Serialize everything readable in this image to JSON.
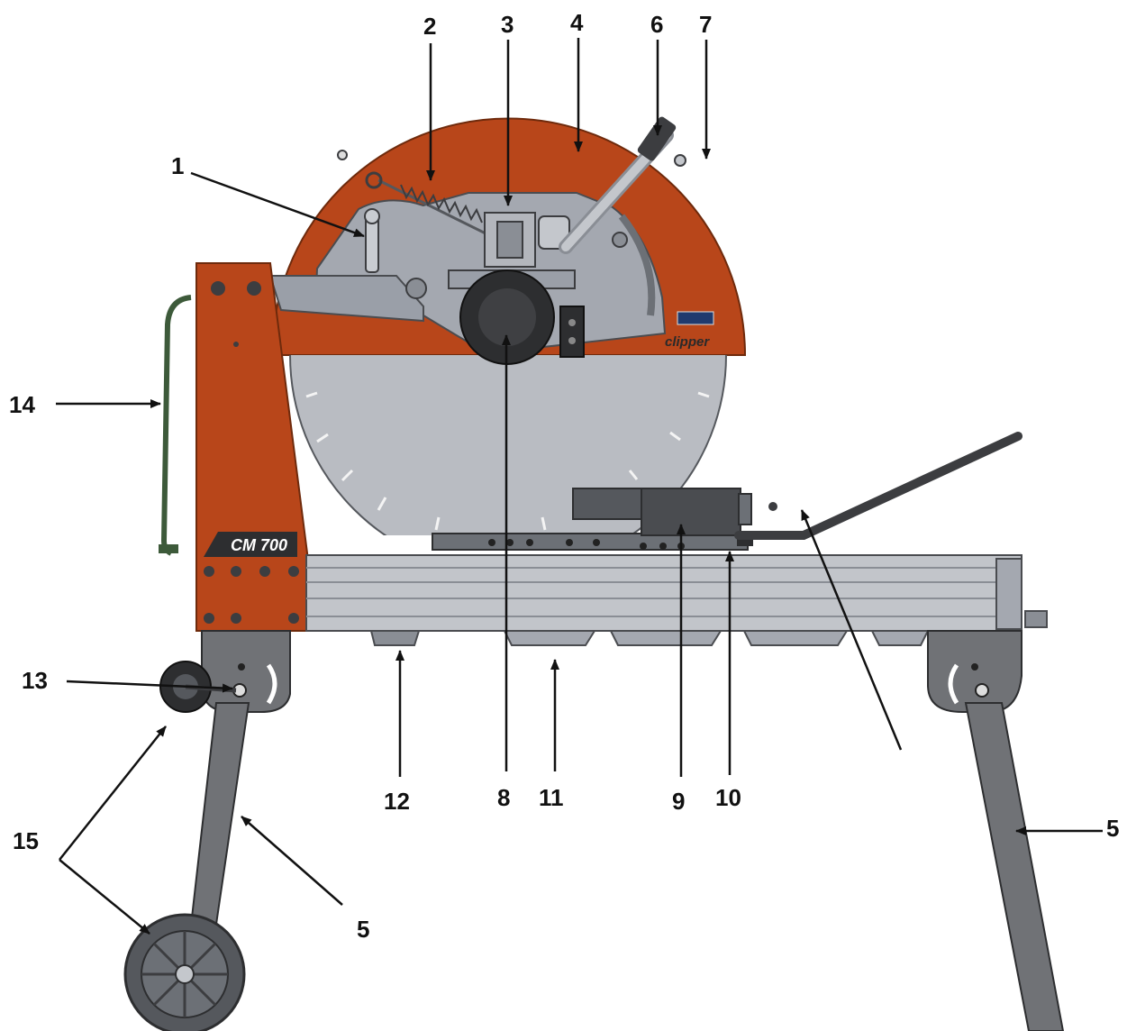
{
  "figure": {
    "brand_text": "clipper",
    "model_text": "CM 700",
    "colors": {
      "guard": "#b8461a",
      "guard_dark": "#8f3510",
      "frame_gray": "#9a9fa8",
      "blade": "#b9bcc2",
      "rail": "#c2c5ca",
      "leg": "#707276",
      "dark": "#3c3d40",
      "hose": "#3d5a3a"
    }
  },
  "callouts": [
    {
      "id": "1",
      "label": "1"
    },
    {
      "id": "2",
      "label": "2"
    },
    {
      "id": "3",
      "label": "3"
    },
    {
      "id": "4",
      "label": "4"
    },
    {
      "id": "5a",
      "label": "5"
    },
    {
      "id": "5b",
      "label": "5"
    },
    {
      "id": "6",
      "label": "6"
    },
    {
      "id": "7",
      "label": "7"
    },
    {
      "id": "8",
      "label": "8"
    },
    {
      "id": "9",
      "label": "9"
    },
    {
      "id": "10",
      "label": "10"
    },
    {
      "id": "11",
      "label": "11"
    },
    {
      "id": "12",
      "label": "12"
    },
    {
      "id": "13",
      "label": "13"
    },
    {
      "id": "14",
      "label": "14"
    },
    {
      "id": "15",
      "label": "15"
    }
  ]
}
